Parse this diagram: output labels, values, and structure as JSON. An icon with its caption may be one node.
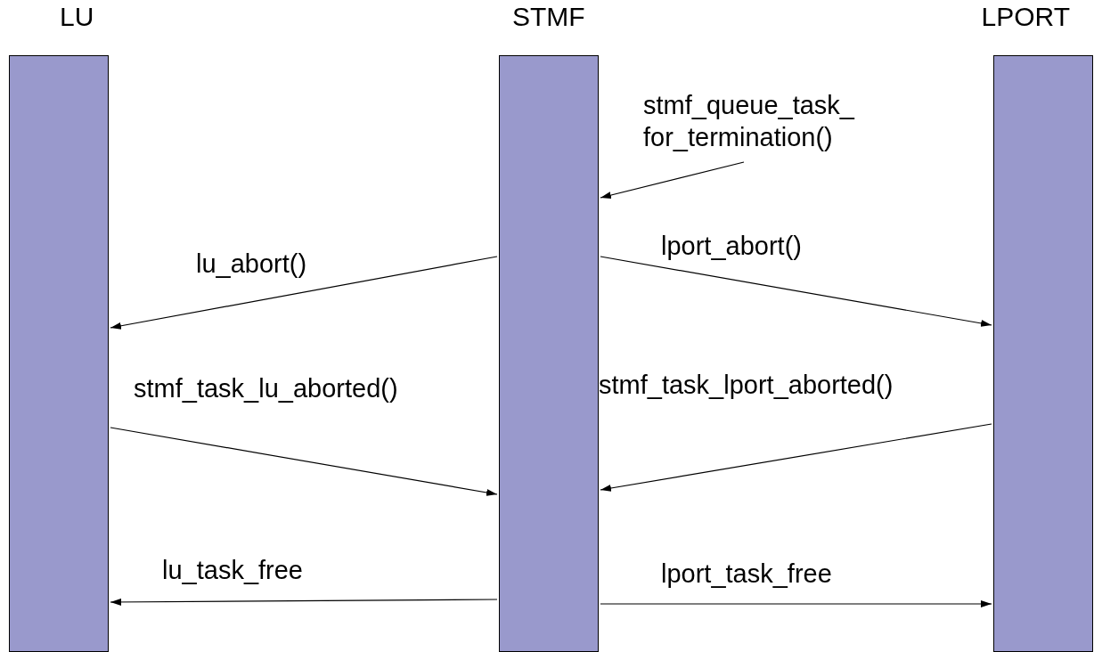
{
  "diagram": {
    "nodes": [
      {
        "text": [
          "LU"
        ]
      },
      {
        "text": [
          "STMF"
        ]
      },
      {
        "text": [
          "LPORT"
        ]
      }
    ],
    "edges": [
      {
        "from": null,
        "to": 1,
        "arrow": "to",
        "label": "stmf_queue_task_ for_termination()"
      },
      {
        "from": 1,
        "to": 0,
        "arrow": "to",
        "label": "lu_abort()"
      },
      {
        "from": 1,
        "to": 2,
        "arrow": "to",
        "label": "lport_abort()"
      },
      {
        "from": 0,
        "to": 1,
        "arrow": "to",
        "label": "stmf_task_lu_aborted()"
      },
      {
        "from": 2,
        "to": 1,
        "arrow": "to",
        "label": "stmf_task_lport_aborted()"
      },
      {
        "from": 1,
        "to": 0,
        "arrow": "to",
        "label": "lu_task_free"
      },
      {
        "from": 1,
        "to": 2,
        "arrow": "to",
        "label": "lport_task_free"
      }
    ]
  }
}
